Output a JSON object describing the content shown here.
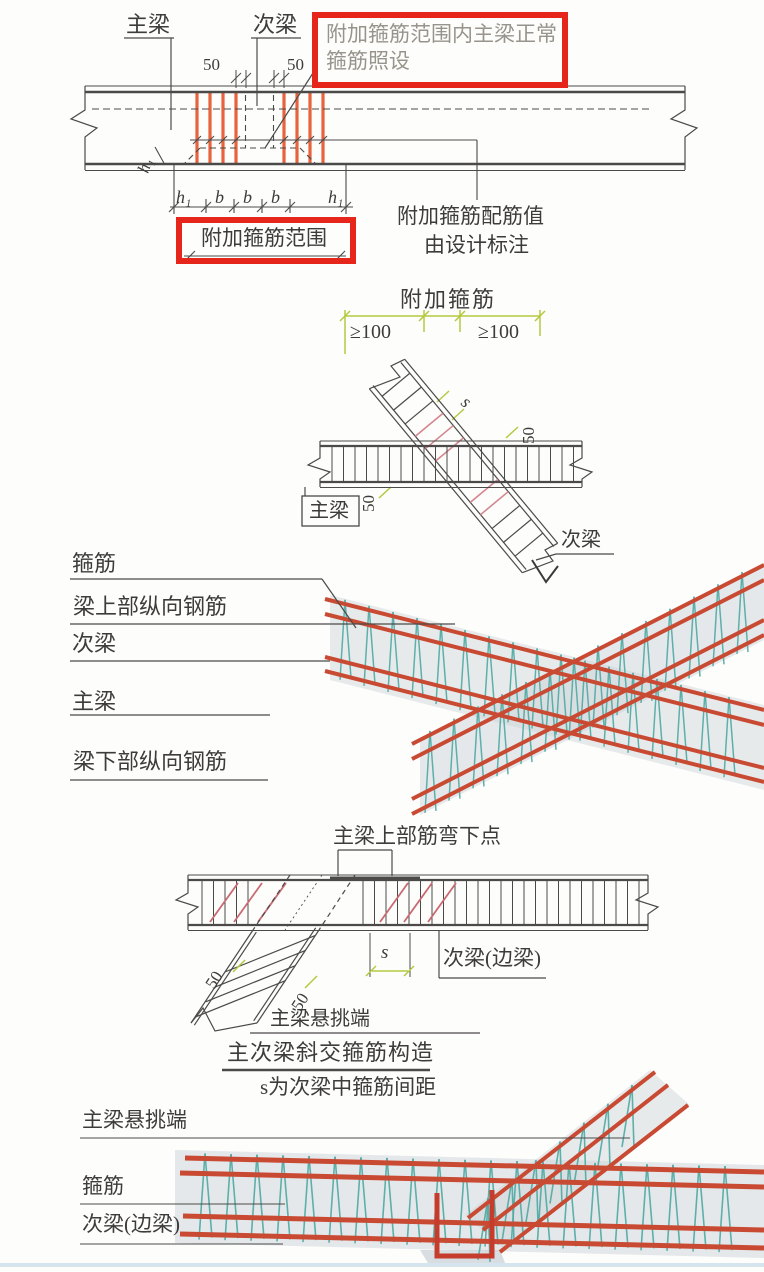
{
  "colors": {
    "line": "#4b4a48",
    "highlight_red": "#e6261b",
    "stirrup_orange": "#e8633c",
    "dim_green": "#b5c93f",
    "rebar_red": "#c94a33",
    "tie_teal": "#4fa9a4",
    "pink_stirrup": "#d4868f",
    "divider_blue": "#d6e4ee"
  },
  "fig1": {
    "main_beam": "主梁",
    "secondary_beam": "次梁",
    "note_box_line1": "附加箍筋范围内主梁正常",
    "note_box_line2": "箍筋照设",
    "dim_50": "50",
    "dim_h1": "h₁",
    "dim_b": "b",
    "range_box": "附加箍筋范围",
    "note_value_line1": "附加箍筋配筋值",
    "note_value_line2": "由设计标注"
  },
  "fig2": {
    "title": "附加箍筋",
    "dim_ge100": "≥100",
    "dim_s": "s",
    "dim_50": "50",
    "main_beam": "主梁",
    "secondary_beam": "次梁"
  },
  "fig3": {
    "stirrup": "箍筋",
    "top_bars": "梁上部纵向钢筋",
    "secondary_beam": "次梁",
    "main_beam": "主梁",
    "bottom_bars": "梁下部纵向钢筋"
  },
  "fig4": {
    "bend_point": "主梁上部筋弯下点",
    "secondary_beam": "次梁(边梁)",
    "dim_s": "s",
    "dim_50": "50",
    "cantilever": "主梁悬挑端",
    "caption": "主次梁斜交箍筋构造",
    "caption_sub": "s为次梁中箍筋间距"
  },
  "fig5": {
    "cantilever": "主梁悬挑端",
    "stirrup": "箍筋",
    "secondary_beam": "次梁(边梁)"
  }
}
